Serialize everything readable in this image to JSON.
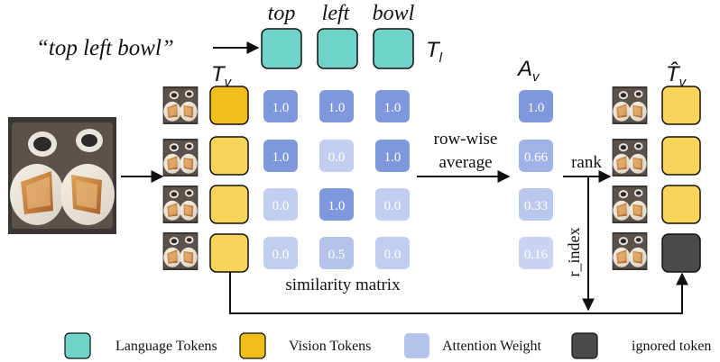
{
  "query": "“top left bowl”",
  "language_tokens": [
    "top",
    "left",
    "bowl"
  ],
  "labels": {
    "t_l": "T",
    "t_l_sub": "l",
    "t_v": "T",
    "t_v_sub": "v",
    "a_v": "A",
    "a_v_sub": "v",
    "t_v_hat": "T̂",
    "t_v_hat_sub": "v",
    "similarity_matrix": "similarity matrix",
    "row_wise_1": "row-wise",
    "row_wise_2": "average",
    "rank": "rank",
    "r_index": "r_index"
  },
  "similarity_matrix": [
    [
      "1.0",
      "1.0",
      "1.0"
    ],
    [
      "1.0",
      "0.0",
      "1.0"
    ],
    [
      "0.0",
      "1.0",
      "0.0"
    ],
    [
      "0.0",
      "0.5",
      "0.0"
    ]
  ],
  "attention_weights": [
    "1.0",
    "0.66",
    "0.33",
    "0.16"
  ],
  "legend": [
    {
      "label": "Language Tokens",
      "color": "#6fd3c8"
    },
    {
      "label": "Vision Tokens",
      "color": "#f2bd1a"
    },
    {
      "label": "Attention Weight",
      "color": "#b3c3ea"
    },
    {
      "label": "ignored token",
      "color": "#4a4a4a"
    }
  ],
  "colors": {
    "language": "#6fd3c8",
    "vision_selected": "#f2bd1a",
    "vision": "#f8d45a",
    "ignored": "#4a4a4a",
    "weight_strong": "#7e97dd",
    "weight_light": "#c2cef0",
    "arrow": "#111111"
  }
}
